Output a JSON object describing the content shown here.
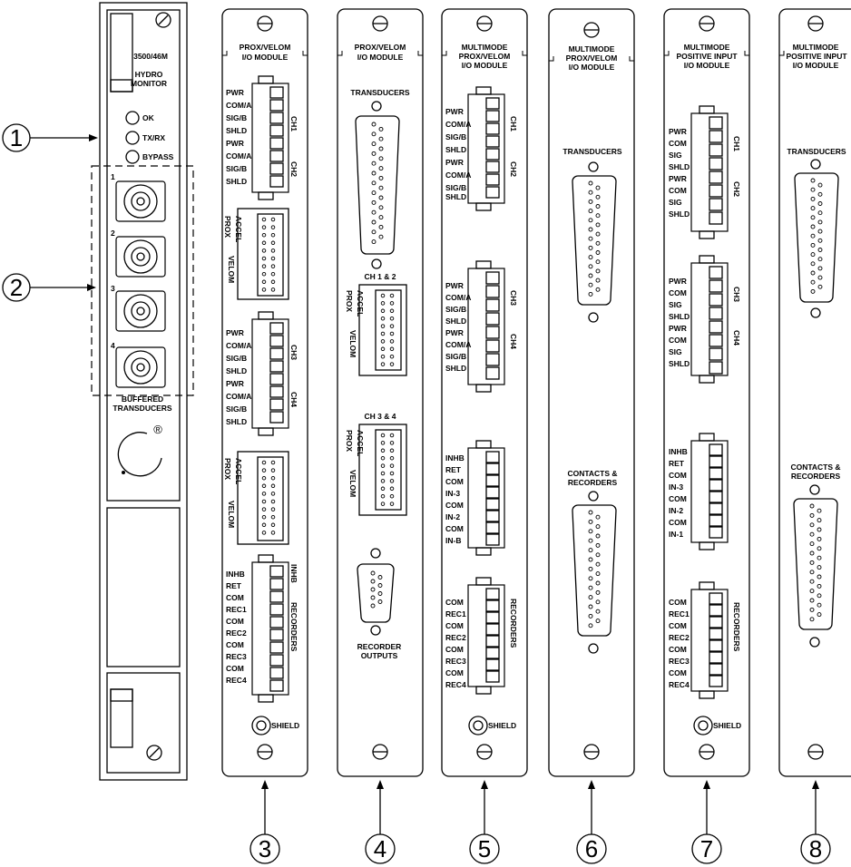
{
  "callouts": [
    "1",
    "2",
    "3",
    "4",
    "5",
    "6",
    "7",
    "8"
  ],
  "monitor": {
    "model": "3500/46M",
    "name_line1": "HYDRO",
    "name_line2": "MONITOR",
    "leds": [
      "OK",
      "TX/RX",
      "BYPASS"
    ],
    "bnc_numbers": [
      "1",
      "2",
      "3",
      "4"
    ],
    "buffered_line1": "BUFFERED",
    "buffered_line2": "TRANSDUCERS",
    "registered": "®"
  },
  "module3": {
    "title_line1": "PROX/VELOM",
    "title_line2": "I/O MODULE",
    "conn1_labels": [
      "PWR",
      "COM/A",
      "SIG/B",
      "SHLD",
      "PWR",
      "COM/A",
      "SIG/B",
      "SHLD"
    ],
    "ch1": "CH1",
    "ch2": "CH2",
    "conn2_labels": [
      "PWR",
      "COM/A",
      "SIG/B",
      "SHLD",
      "PWR",
      "COM/A",
      "SIG/B",
      "SHLD"
    ],
    "ch3": "CH3",
    "ch4": "CH4",
    "prox": "PROX",
    "accel": "ACCEL",
    "velom": "VELOM",
    "conn3_labels": [
      "INHB",
      "RET",
      "COM",
      "REC1",
      "COM",
      "REC2",
      "COM",
      "REC3",
      "COM",
      "REC4"
    ],
    "inhb_side": "INHB",
    "recorders": "RECORDERS",
    "shield": "SHIELD"
  },
  "module4": {
    "title_line1": "PROX/VELOM",
    "title_line2": "I/O MODULE",
    "transducers": "TRANSDUCERS",
    "ch12": "CH 1 & 2",
    "ch34": "CH 3 & 4",
    "prox": "PROX",
    "accel": "ACCEL",
    "velom": "VELOM",
    "recorder_line1": "RECORDER",
    "recorder_line2": "OUTPUTS"
  },
  "module5": {
    "title_line1": "MULTIMODE",
    "title_line2": "PROX/VELOM",
    "title_line3": "I/O MODULE",
    "conn1_labels": [
      "PWR",
      "COM/A",
      "SIG/B",
      "SHLD",
      "PWR",
      "COM/A",
      "SIG/B",
      "SHLD"
    ],
    "ch1": "CH1",
    "ch2": "CH2",
    "conn2_labels": [
      "PWR",
      "COM/A",
      "SIG/B",
      "SHLD",
      "PWR",
      "COM/A",
      "SIG/B",
      "SHLD"
    ],
    "ch3": "CH3",
    "ch4": "CH4",
    "conn3_labels": [
      "INHB",
      "RET",
      "COM",
      "IN-3",
      "COM",
      "IN-2",
      "COM",
      "IN-B"
    ],
    "conn4_labels": [
      "COM",
      "REC1",
      "COM",
      "REC2",
      "COM",
      "REC3",
      "COM",
      "REC4"
    ],
    "recorders": "RECORDERS",
    "shield": "SHIELD"
  },
  "module6": {
    "title_line1": "MULTIMODE",
    "title_line2": "PROX/VELOM",
    "title_line3": "I/O MODULE",
    "transducers": "TRANSDUCERS",
    "contacts_line1": "CONTACTS &",
    "contacts_line2": "RECORDERS"
  },
  "module7": {
    "title_line1": "MULTIMODE",
    "title_line2": "POSITIVE INPUT",
    "title_line3": "I/O MODULE",
    "conn1_labels": [
      "PWR",
      "COM",
      "SIG",
      "SHLD",
      "PWR",
      "COM",
      "SIG",
      "SHLD"
    ],
    "ch1": "CH1",
    "ch2": "CH2",
    "conn2_labels": [
      "PWR",
      "COM",
      "SIG",
      "SHLD",
      "PWR",
      "COM",
      "SIG",
      "SHLD"
    ],
    "ch3": "CH3",
    "ch4": "CH4",
    "conn3_labels": [
      "INHB",
      "RET",
      "COM",
      "IN-3",
      "COM",
      "IN-2",
      "COM",
      "IN-1"
    ],
    "conn4_labels": [
      "COM",
      "REC1",
      "COM",
      "REC2",
      "COM",
      "REC3",
      "COM",
      "REC4"
    ],
    "recorders": "RECORDERS",
    "shield": "SHIELD"
  },
  "module8": {
    "title_line1": "MULTIMODE",
    "title_line2": "POSITIVE INPUT",
    "title_line3": "I/O MODULE",
    "transducers": "TRANSDUCERS",
    "contacts_line1": "CONTACTS &",
    "contacts_line2": "RECORDERS"
  }
}
